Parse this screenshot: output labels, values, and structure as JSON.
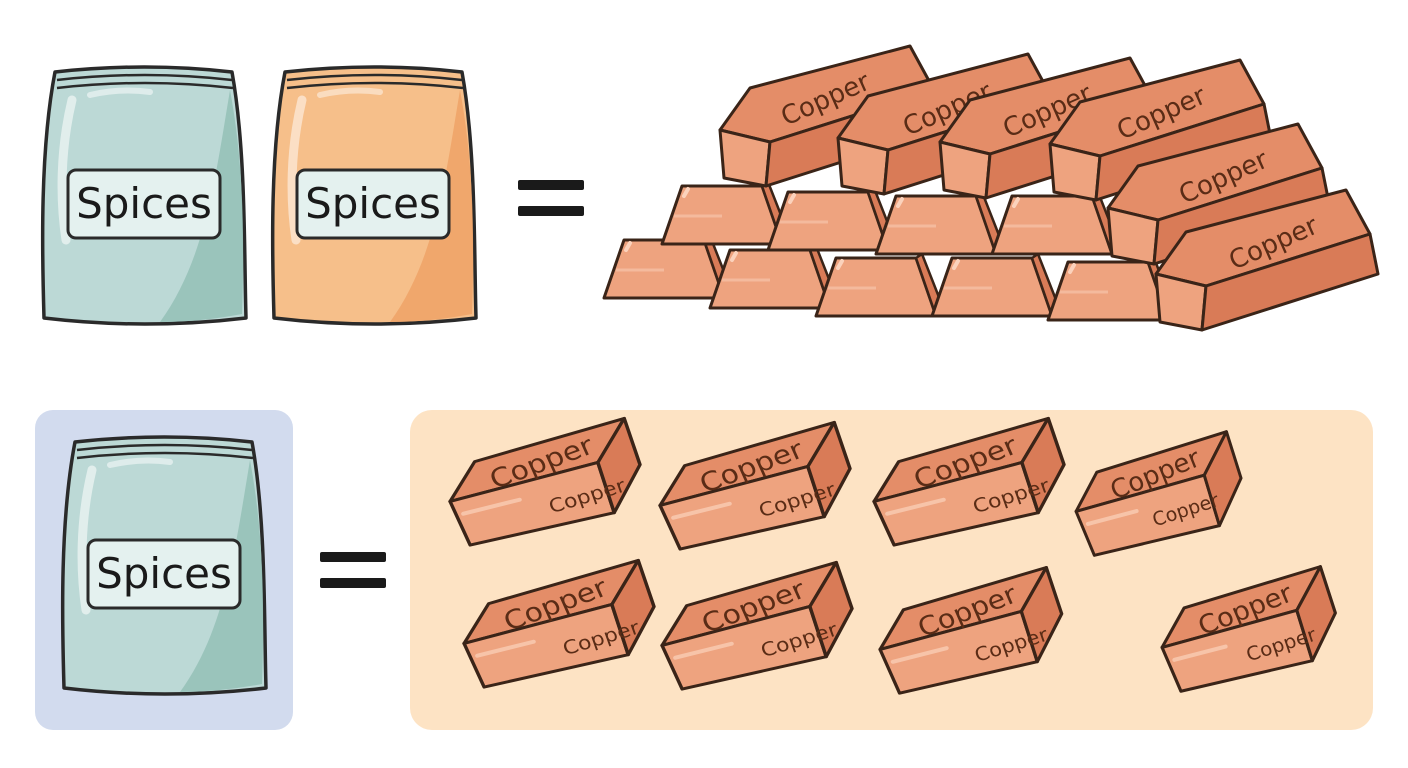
{
  "bag_label": "Spices",
  "bar_label": "Copper",
  "colors": {
    "bag_blue": "#bcd9d6",
    "bag_blue_shade": "#94c0b6",
    "bag_orange": "#f6bf8a",
    "bag_orange_shade": "#eea266",
    "label_fill": "#e4f1ef",
    "copper_top": "#e48d68",
    "copper_front": "#eea37f",
    "copper_side": "#d97b57",
    "outline": "#3a2418",
    "panel_purple": "#d2dbee",
    "panel_peach": "#fde3c4"
  },
  "equations": [
    {
      "spice_bags": 2,
      "copper_bars": 15
    },
    {
      "spice_bags": 1,
      "copper_bars": 8
    }
  ]
}
